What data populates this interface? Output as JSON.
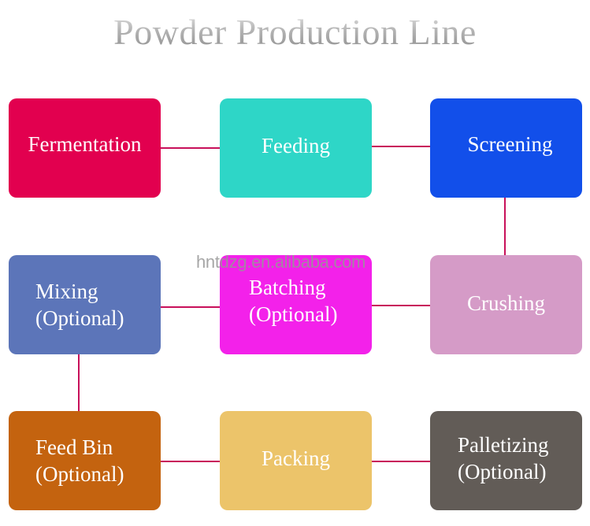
{
  "title": "Powder Production Line",
  "watermark": "hntdzg.en.alibaba.com",
  "colors": {
    "connector": "#c8105a"
  },
  "steps": [
    {
      "id": "fermentation",
      "lines": [
        "Fermentation"
      ],
      "color": "#e2004f"
    },
    {
      "id": "feeding",
      "lines": [
        "Feeding"
      ],
      "color": "#2ed6c7"
    },
    {
      "id": "screening",
      "lines": [
        "Screening"
      ],
      "color": "#124fea"
    },
    {
      "id": "crushing",
      "lines": [
        "Crushing"
      ],
      "color": "#d59bc7"
    },
    {
      "id": "batching",
      "lines": [
        "Batching",
        "(Optional)"
      ],
      "color": "#f321ea"
    },
    {
      "id": "mixing",
      "lines": [
        "Mixing",
        "(Optional)"
      ],
      "color": "#5c75b9"
    },
    {
      "id": "feed-bin",
      "lines": [
        "Feed Bin",
        "(Optional)"
      ],
      "color": "#c4630f"
    },
    {
      "id": "packing",
      "lines": [
        "Packing"
      ],
      "color": "#ecc46a"
    },
    {
      "id": "palletizing",
      "lines": [
        "Palletizing",
        "(Optional)"
      ],
      "color": "#625c57"
    }
  ],
  "flow": [
    [
      "fermentation",
      "feeding"
    ],
    [
      "feeding",
      "screening"
    ],
    [
      "screening",
      "crushing"
    ],
    [
      "crushing",
      "batching"
    ],
    [
      "batching",
      "mixing"
    ],
    [
      "mixing",
      "feed-bin"
    ],
    [
      "feed-bin",
      "packing"
    ],
    [
      "packing",
      "palletizing"
    ]
  ]
}
